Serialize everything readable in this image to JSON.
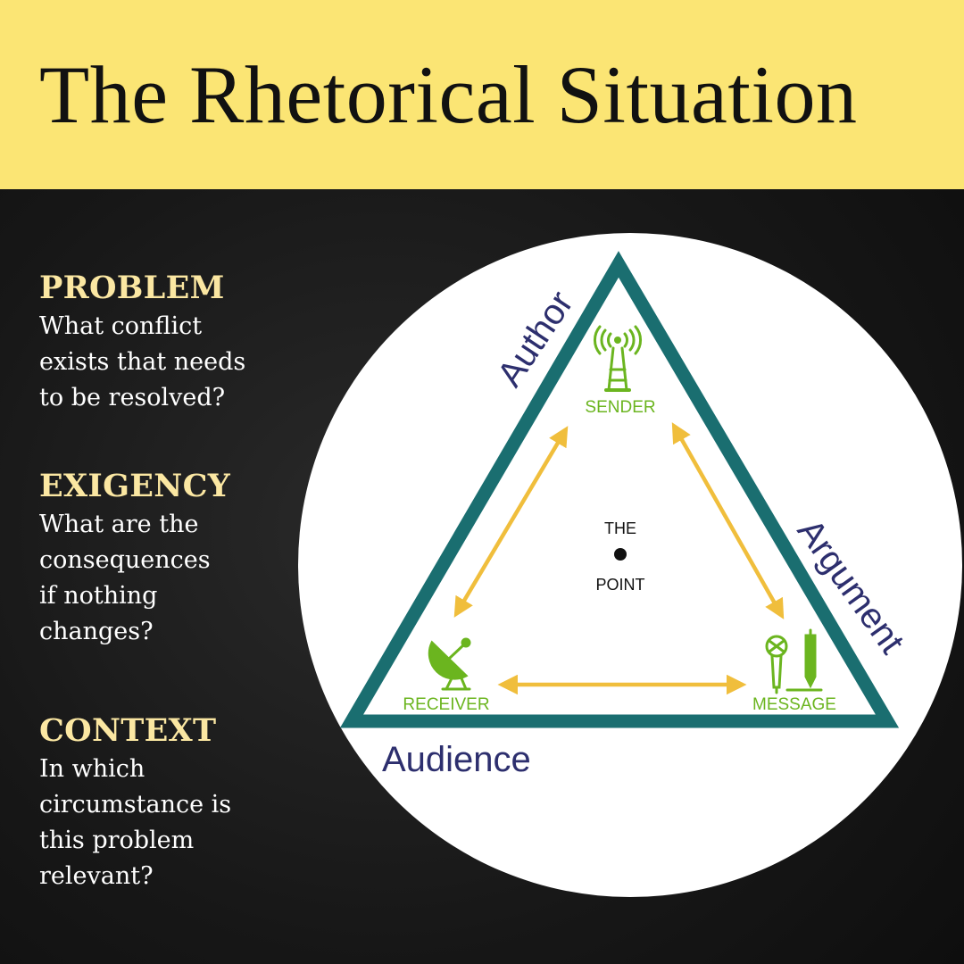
{
  "header": {
    "title": "The Rhetorical Situation"
  },
  "sidebar": {
    "items": [
      {
        "heading": "PROBLEM",
        "lines": [
          "What conflict",
          "exists that needs",
          "to be resolved?"
        ]
      },
      {
        "heading": "EXIGENCY",
        "lines": [
          "What are the",
          "consequences",
          "if nothing",
          "changes?"
        ]
      },
      {
        "heading": "CONTEXT",
        "lines": [
          "In which",
          "circumstance is",
          "this problem",
          "relevant?"
        ]
      }
    ]
  },
  "diagram": {
    "sides": {
      "top_left": "Author",
      "right": "Argument",
      "bottom": "Audience"
    },
    "vertices": {
      "top": "SENDER",
      "bottom_left": "RECEIVER",
      "bottom_right": "MESSAGE"
    },
    "center": {
      "line1": "THE",
      "line2": "POINT"
    },
    "colors": {
      "header_bg": "#fbe574",
      "triangle_stroke": "#1a6e70",
      "arrow": "#f0be3c",
      "icon_green": "#6bb51f",
      "side_label": "#2d2f6e",
      "heading_text": "#fbe7a2"
    },
    "icons": {
      "sender": "radio-tower-icon",
      "receiver": "satellite-dish-icon",
      "message": "microphone-pen-icon"
    }
  }
}
